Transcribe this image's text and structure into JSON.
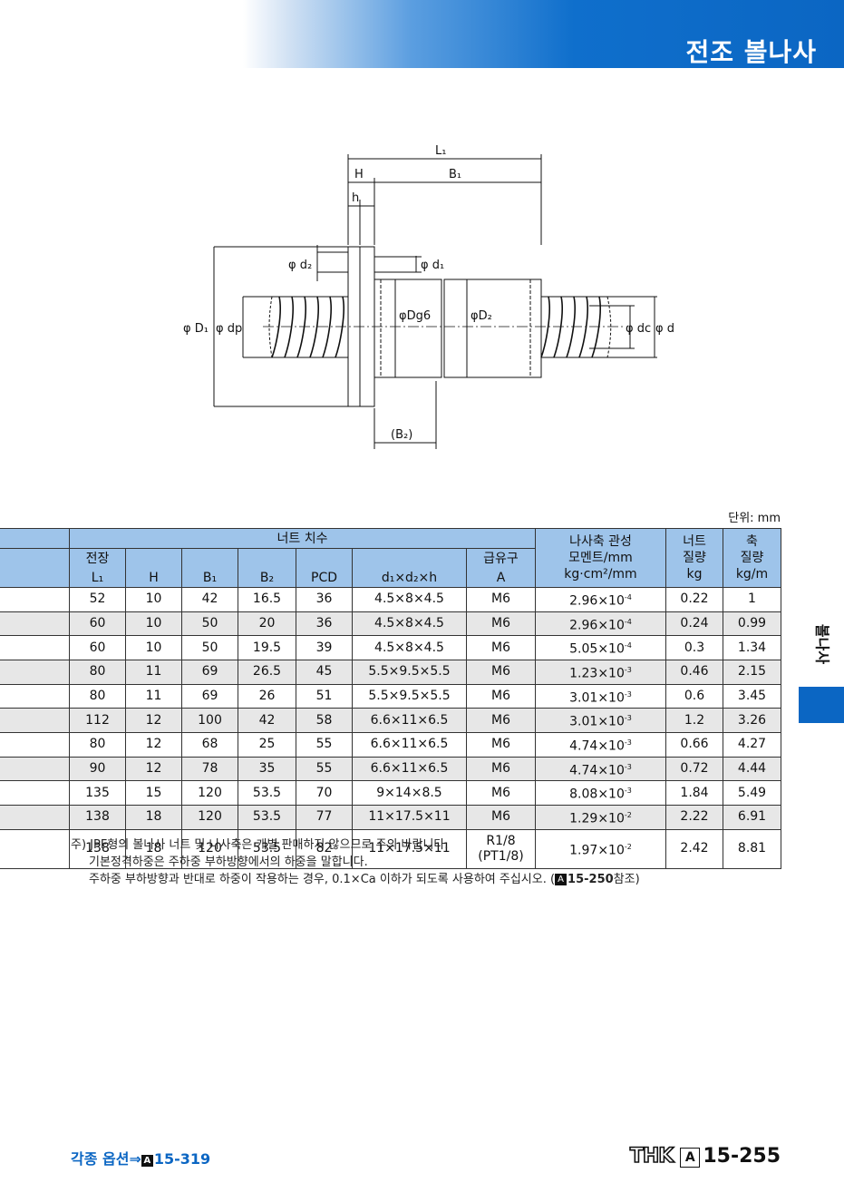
{
  "header": {
    "title": "전조 볼나사"
  },
  "drawing": {
    "labels": {
      "L1": "L₁",
      "H": "H",
      "B1": "B₁",
      "h": "h",
      "d2": "φ d₂",
      "d1": "φ d₁",
      "D1": "φ D₁",
      "dp": "φ dp",
      "Dg6": "φDg6",
      "D2": "φD₂",
      "dc": "φ dc",
      "d": "φ d",
      "B2": "(B₂)"
    }
  },
  "unit_label": "단위: mm",
  "table": {
    "header": {
      "nut_dims": "너트 치수",
      "moment": "나사축 관성",
      "moment2": "모멘트/mm",
      "moment_unit": "kg·cm²/mm",
      "nut_mass": "너트",
      "nut_mass2": "질량",
      "nut_mass_unit": "kg",
      "shaft_mass": "축",
      "shaft_mass2": "질량",
      "shaft_mass_unit": "kg/m",
      "length": "전장",
      "L1": "L₁",
      "H": "H",
      "B1": "B₁",
      "B2": "B₂",
      "PCD": "PCD",
      "bolt": "d₁×d₂×h",
      "lube": "급유구",
      "lube_A": "A"
    },
    "rows": [
      {
        "L1": "52",
        "H": "10",
        "B1": "42",
        "B2": "16.5",
        "PCD": "36",
        "bolt": "4.5×8×4.5",
        "A": "M6",
        "moment": "2.96×10",
        "exp": "-4",
        "nut": "0.22",
        "shaft": "1"
      },
      {
        "L1": "60",
        "H": "10",
        "B1": "50",
        "B2": "20",
        "PCD": "36",
        "bolt": "4.5×8×4.5",
        "A": "M6",
        "moment": "2.96×10",
        "exp": "-4",
        "nut": "0.24",
        "shaft": "0.99"
      },
      {
        "L1": "60",
        "H": "10",
        "B1": "50",
        "B2": "19.5",
        "PCD": "39",
        "bolt": "4.5×8×4.5",
        "A": "M6",
        "moment": "5.05×10",
        "exp": "-4",
        "nut": "0.3",
        "shaft": "1.34"
      },
      {
        "L1": "80",
        "H": "11",
        "B1": "69",
        "B2": "26.5",
        "PCD": "45",
        "bolt": "5.5×9.5×5.5",
        "A": "M6",
        "moment": "1.23×10",
        "exp": "-3",
        "nut": "0.46",
        "shaft": "2.15"
      },
      {
        "L1": "80",
        "H": "11",
        "B1": "69",
        "B2": "26",
        "PCD": "51",
        "bolt": "5.5×9.5×5.5",
        "A": "M6",
        "moment": "3.01×10",
        "exp": "-3",
        "nut": "0.6",
        "shaft": "3.45"
      },
      {
        "L1": "112",
        "H": "12",
        "B1": "100",
        "B2": "42",
        "PCD": "58",
        "bolt": "6.6×11×6.5",
        "A": "M6",
        "moment": "3.01×10",
        "exp": "-3",
        "nut": "1.2",
        "shaft": "3.26"
      },
      {
        "L1": "80",
        "H": "12",
        "B1": "68",
        "B2": "25",
        "PCD": "55",
        "bolt": "6.6×11×6.5",
        "A": "M6",
        "moment": "4.74×10",
        "exp": "-3",
        "nut": "0.66",
        "shaft": "4.27"
      },
      {
        "L1": "90",
        "H": "12",
        "B1": "78",
        "B2": "35",
        "PCD": "55",
        "bolt": "6.6×11×6.5",
        "A": "M6",
        "moment": "4.74×10",
        "exp": "-3",
        "nut": "0.72",
        "shaft": "4.44"
      },
      {
        "L1": "135",
        "H": "15",
        "B1": "120",
        "B2": "53.5",
        "PCD": "70",
        "bolt": "9×14×8.5",
        "A": "M6",
        "moment": "8.08×10",
        "exp": "-3",
        "nut": "1.84",
        "shaft": "5.49"
      },
      {
        "L1": "138",
        "H": "18",
        "B1": "120",
        "B2": "53.5",
        "PCD": "77",
        "bolt": "11×17.5×11",
        "A": "M6",
        "moment": "1.29×10",
        "exp": "-2",
        "nut": "2.22",
        "shaft": "6.91"
      },
      {
        "L1": "138",
        "H": "18",
        "B1": "120",
        "B2": "53.5",
        "PCD": "82",
        "bolt": "11×17.5×11",
        "A": "R1/8",
        "A2": "(PT1/8)",
        "moment": "1.97×10",
        "exp": "-2",
        "nut": "2.42",
        "shaft": "8.81"
      }
    ]
  },
  "notes": {
    "line1": "주) JPF형의 볼나사 너트 및 나사축은 개별 판매하지 않으므로 주의 바랍니다.",
    "line2": "기본정격하중은 주하중 부하방향에서의 하중을 말합니다.",
    "line3a": "주하중 부하방향과 반대로 하중이 작용하는 경우, 0.1×Ca 이하가 되도록 사용하여 주십시오. (",
    "line3ref": "15-250",
    "line3b": "참조)"
  },
  "side_label": "볼나사",
  "footer": {
    "options": "각종 옵션⇒",
    "options_ref": "15-319",
    "logo": "THK",
    "page": "15-255",
    "boxA": "A"
  }
}
